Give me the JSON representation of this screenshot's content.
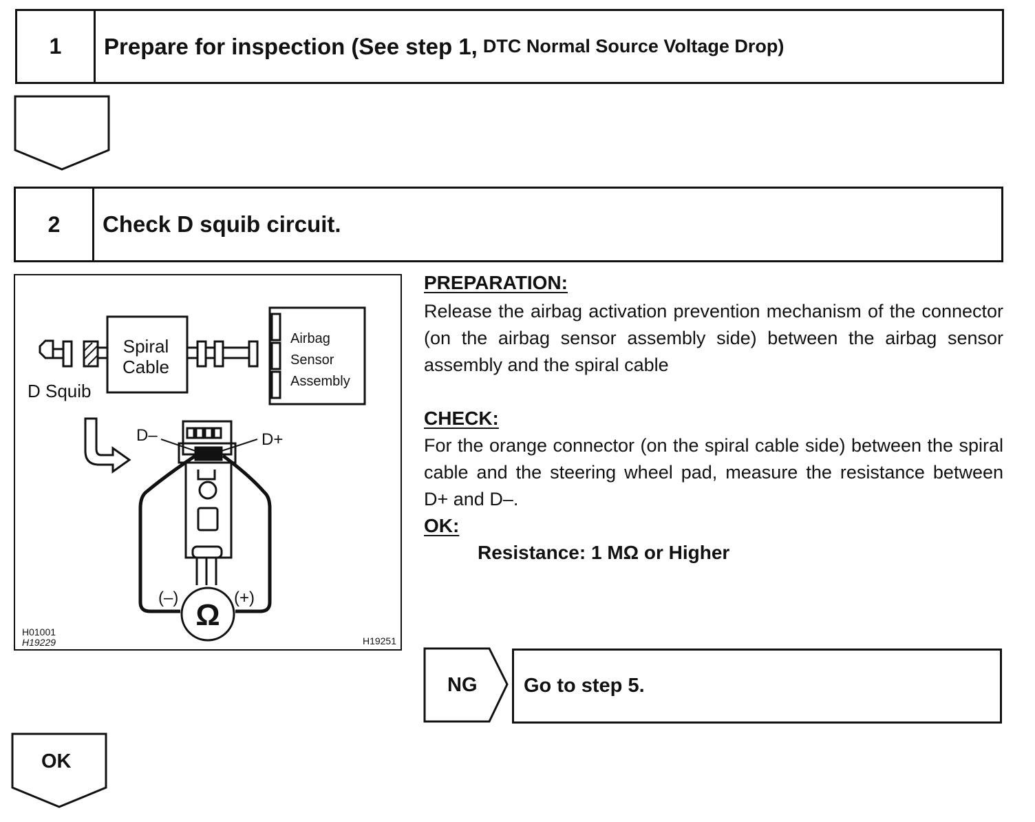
{
  "step1": {
    "number": "1",
    "title": "Prepare for inspection (See step 1,",
    "subtitle": "DTC Normal Source Voltage Drop)"
  },
  "step2": {
    "number": "2",
    "title": "Check D squib circuit."
  },
  "figure": {
    "labels": {
      "spiral_line1": "Spiral",
      "spiral_line2": "Cable",
      "sensor_line1": "Airbag",
      "sensor_line2": "Sensor",
      "sensor_line3": "Assembly",
      "d_squib": "D Squib",
      "d_minus": "D–",
      "d_plus": "D+",
      "neg": "(–)",
      "pos": "(+)",
      "ohm": "Ω"
    },
    "codes": {
      "left1": "H01001",
      "left2": "H19229",
      "right": "H19251"
    }
  },
  "preparation": {
    "heading": "PREPARATION:",
    "text": "Release the airbag activation prevention mechanism of the connector (on the airbag sensor assembly side) between the airbag sensor assembly and the spiral cable"
  },
  "check": {
    "heading": "CHECK:",
    "text": "For the orange connector (on the spiral cable side) between the spiral cable and the steering wheel pad, measure the resistance between D+ and D–."
  },
  "ok_spec": {
    "heading": "OK:",
    "value": "Resistance: 1 MΩ or Higher"
  },
  "ng": {
    "label": "NG",
    "action": "Go to step 5."
  },
  "ok_result": {
    "label": "OK"
  }
}
